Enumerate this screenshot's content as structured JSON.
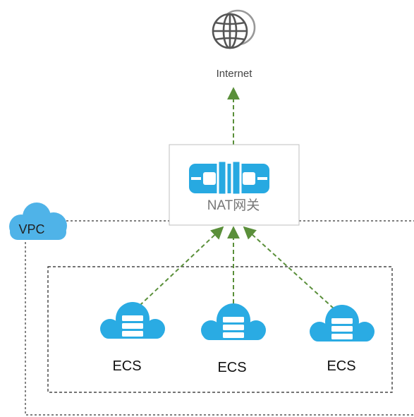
{
  "internet": {
    "label": "Internet",
    "icon": "globe-icon"
  },
  "nat": {
    "label": "NAT网关",
    "icon": "nat-gateway-icon",
    "color": "#27a9e1"
  },
  "vpc": {
    "label": "VPC",
    "icon": "cloud-icon",
    "color": "#4fb3e8"
  },
  "ecs": [
    {
      "label": "ECS",
      "icon": "cloud-server-icon"
    },
    {
      "label": "ECS",
      "icon": "cloud-server-icon"
    },
    {
      "label": "ECS",
      "icon": "cloud-server-icon"
    }
  ],
  "colors": {
    "arrow": "#5a8f3a",
    "border": "#333333",
    "globe": "#555555",
    "server_cloud": "#2aabe3"
  }
}
